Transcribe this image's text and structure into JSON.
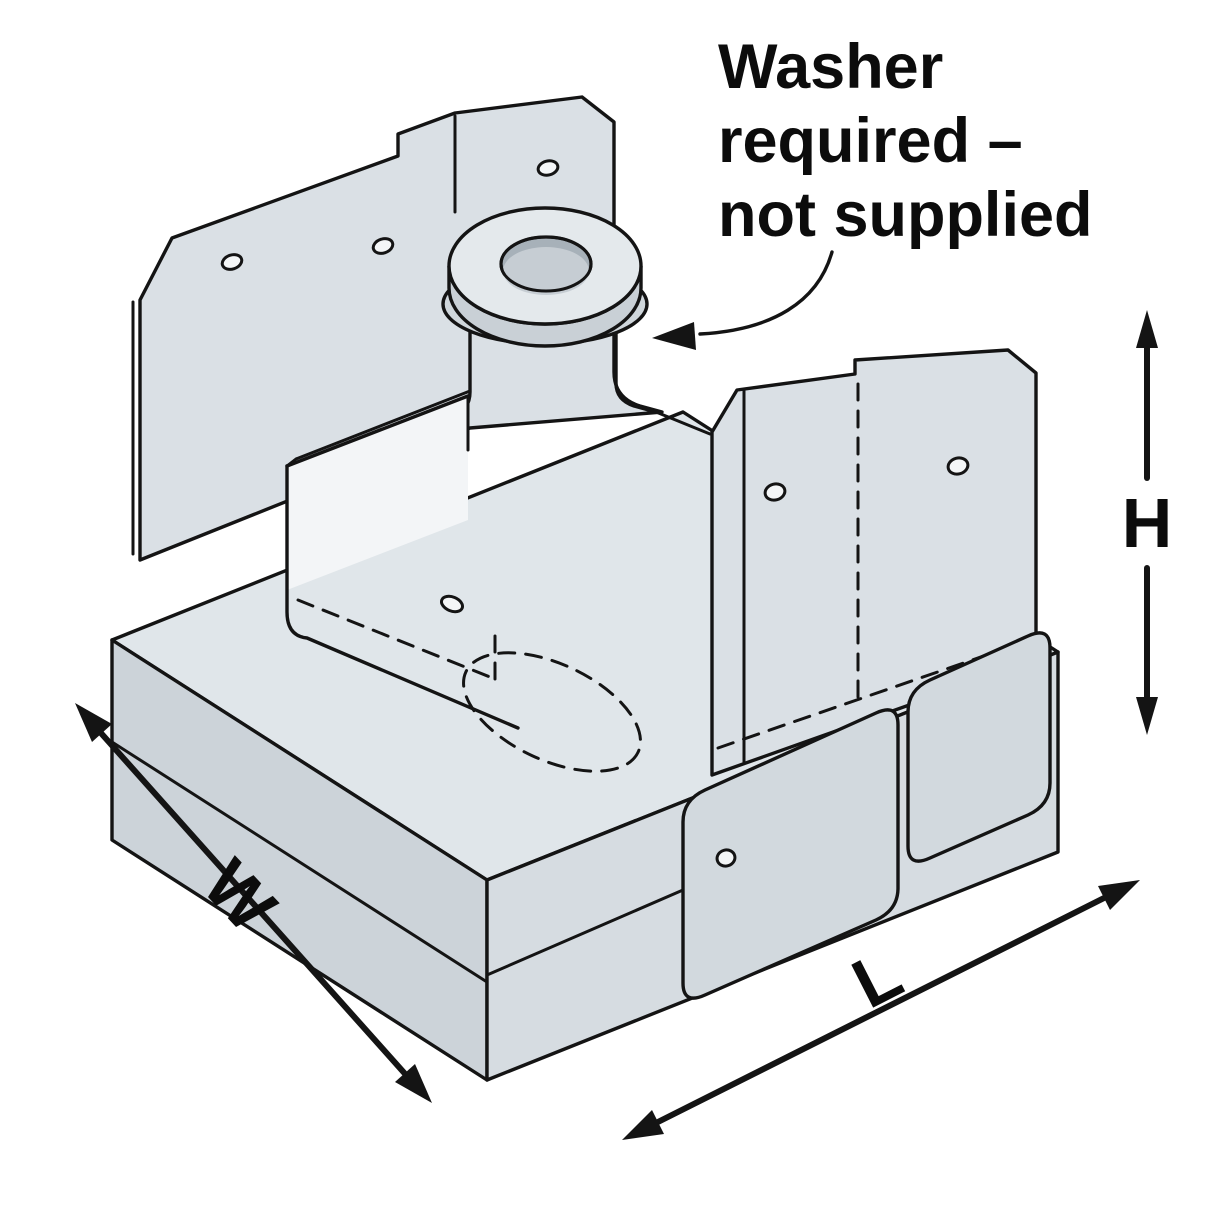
{
  "annotation": {
    "line1": "Washer",
    "line2": "required –",
    "line3": "not supplied"
  },
  "dimension_labels": {
    "width": "W",
    "length": "L",
    "height": "H"
  },
  "colors": {
    "line": "#141414",
    "metal": "#d8dee3",
    "metal_shadow": "#ccd3d9",
    "metal_light": "#e4e9ec",
    "background": "#ffffff"
  }
}
